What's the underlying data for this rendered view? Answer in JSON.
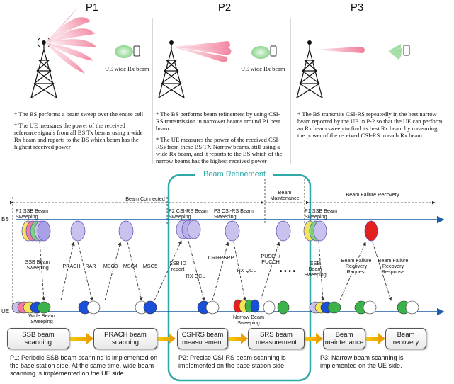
{
  "panels": [
    {
      "title": "P1",
      "rx_label": "UE wide Rx beam",
      "bullets": [
        "* The BS performs a beam sweep over the entire cell",
        "* The UE measures the power of the received reference signals from all BS Tx beams using a wide Rx beam and reports to the BS which beam has the highest received power"
      ]
    },
    {
      "title": "P2",
      "rx_label": "UE wide Rx beam",
      "bullets": [
        "* The BS performs beam refinement by using CSI-RS transmission in narrower beams around P1 best beam",
        "* The UE measures the power of the received CSI-RSs from these BS TX Narrow beams, still using a wide Rx beam, and it reports to the BS which of the narrow beams has the highest received power"
      ]
    },
    {
      "title": "P3",
      "bullets": [
        "* The BS transmits CSI-RS repeatedly in the best narrow beam reported by the UE in P-2 so that the UE can perform an Rx beam sweep to find its best Rx beam by measuring the power of the received CSI-RS in each Rx beam."
      ]
    }
  ],
  "timeline": {
    "beam_refinement": "Beam Refinement",
    "beam_connected": "Beam Connected",
    "beam_maintenance": "Beam Maintenance",
    "beam_failure_recovery": "Beam Failure Recovery",
    "bs": "BS",
    "ue": "UE",
    "p1_ssb_sweeping": "P1 SSB Beam Sweeping",
    "p2_csirs_sweeping": "P2 CSI-RS Beam Sweeping",
    "p3_csirs_sweeping": "P3 CSI-RS Beam Sweeping",
    "p1_ssb_sweeping_right": "P1 SSB Beam Sweeping",
    "ssb_beam_sweeping": "SSB Beam Sweeping",
    "ssb_beam_sweeping_right": "SSB Beam Sweeping",
    "prach": "PRACH",
    "rar": "RAR",
    "msg3": "MSG3",
    "msg4": "MSG4",
    "msg5": "MSG5",
    "ssb_id_report": "SSB ID report",
    "rx_qcl_1": "RX QCL",
    "cri_rsrp": "CRI+RSRP",
    "rx_qcl_2": "RX QCL",
    "pusch_pucch": "PUSCH/ PUCCH",
    "ellipsis": "• • • •",
    "bfr_request": "Beam Failure Recovery Request",
    "bfr_response": "Beam Failure Recovery Response",
    "wide_beam_sweeping": "Wide Beam Sweeping",
    "narrow_beam_sweeping": "Narrow Beam Sweeping"
  },
  "process": {
    "steps": [
      "SSB beam scanning",
      "PRACH beam scanning",
      "CSI-RS beam measurement",
      "SRS beam measurement",
      "Beam maintenance",
      "Beam recovery"
    ],
    "p1_note": "P1: Periodic SSB beam scanning is implemented on the base station side. At the same time, wide beam scanning is implemented on the UE side.",
    "p2_note": "P2: Precise CSI-RS beam scanning is implemented on the base station side.",
    "p3_note": "P3: Narrow beam scanning is implemented on the UE side."
  },
  "colors": {
    "pink_beam": "#f06a8a",
    "ue_beam": "#8fd68f",
    "teal_frame": "#2fa8a8",
    "ellipse_lavender": "#c9c2ee",
    "ellipse_blue": "#1a4fd8",
    "arrow_orange": "#e8a000"
  }
}
